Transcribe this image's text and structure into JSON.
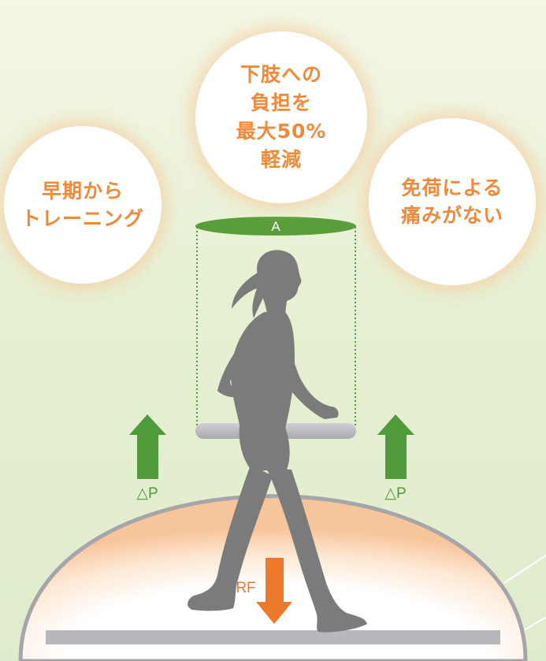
{
  "bubbles": {
    "left": [
      "早期から",
      "トレーニング"
    ],
    "top": [
      "下肢への",
      "負担を",
      "最大50%",
      "軽減"
    ],
    "right": [
      "免荷による",
      "痛みがない"
    ]
  },
  "labels": {
    "area": "A",
    "pressure_left": "△P",
    "pressure_right": "△P",
    "reaction_force": "RF"
  },
  "colors": {
    "bubble_text": "#ee8a3a",
    "green": "#4f9a3a",
    "orange": "#ec7a2a",
    "gray": "#7c7c7c",
    "bar": "#b7b7bb"
  }
}
